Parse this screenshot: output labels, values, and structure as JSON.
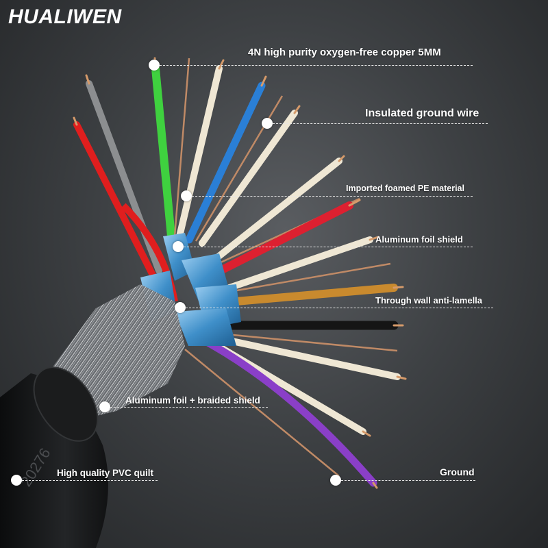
{
  "brand": "HUALIWEN",
  "jacket_print": "20276",
  "callouts": {
    "copper": "4N high purity oxygen-free copper 5MM",
    "ground_wire": "Insulated ground wire",
    "pe": "Imported foamed PE material",
    "foil_shield": "Aluminum foil shield",
    "anti_lamella": "Through wall anti-lamella",
    "braided_shield": "Aluminum foil + braided shield",
    "pvc": "High quality PVC quilt",
    "ground": "Ground"
  },
  "colors": {
    "background": "#3e4144",
    "jacket": "#141516",
    "foil_blue": "#4f9ed6",
    "copper": "#c98a5a"
  }
}
